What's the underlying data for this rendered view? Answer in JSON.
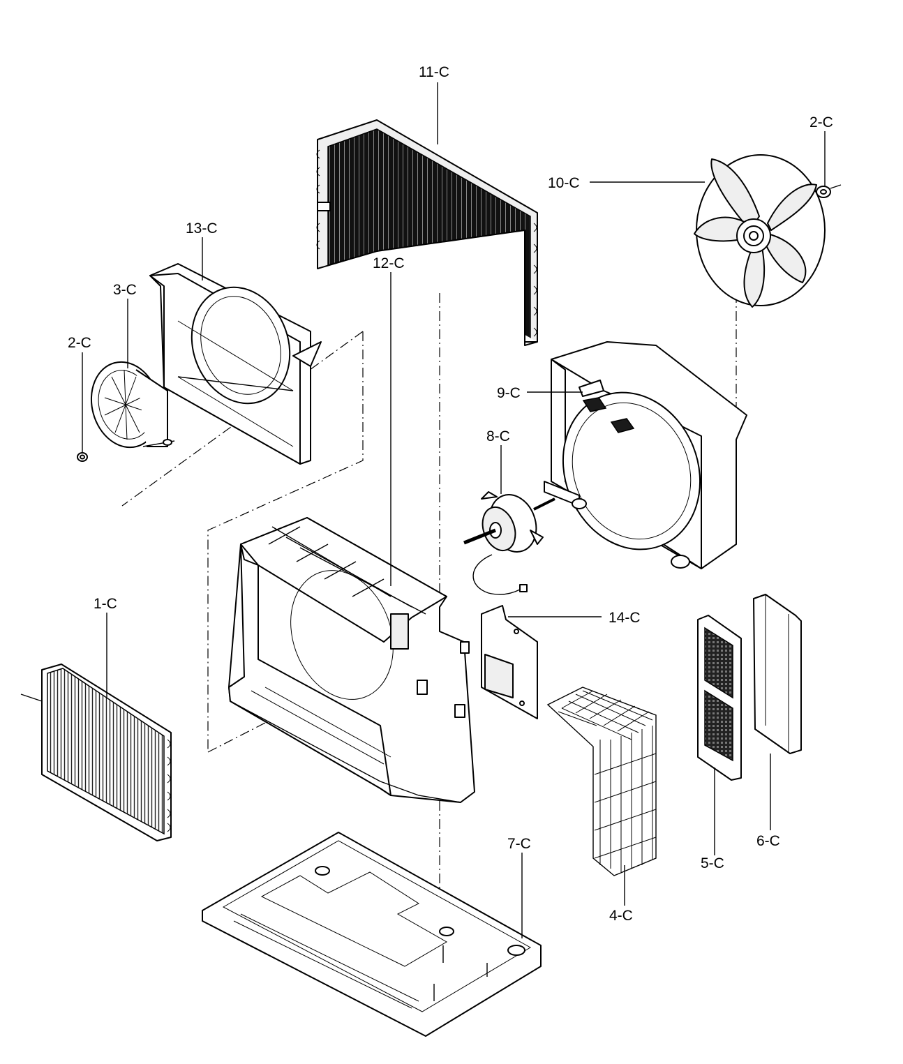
{
  "labels": {
    "p11": "11-C",
    "p2a": "2-C",
    "p10": "10-C",
    "p13": "13-C",
    "p3": "3-C",
    "p2b": "2-C",
    "p9": "9-C",
    "p8": "8-C",
    "p12": "12-C",
    "p1": "1-C",
    "p14": "14-C",
    "p7": "7-C",
    "p5": "5-C",
    "p6": "6-C",
    "p4": "4-C"
  }
}
